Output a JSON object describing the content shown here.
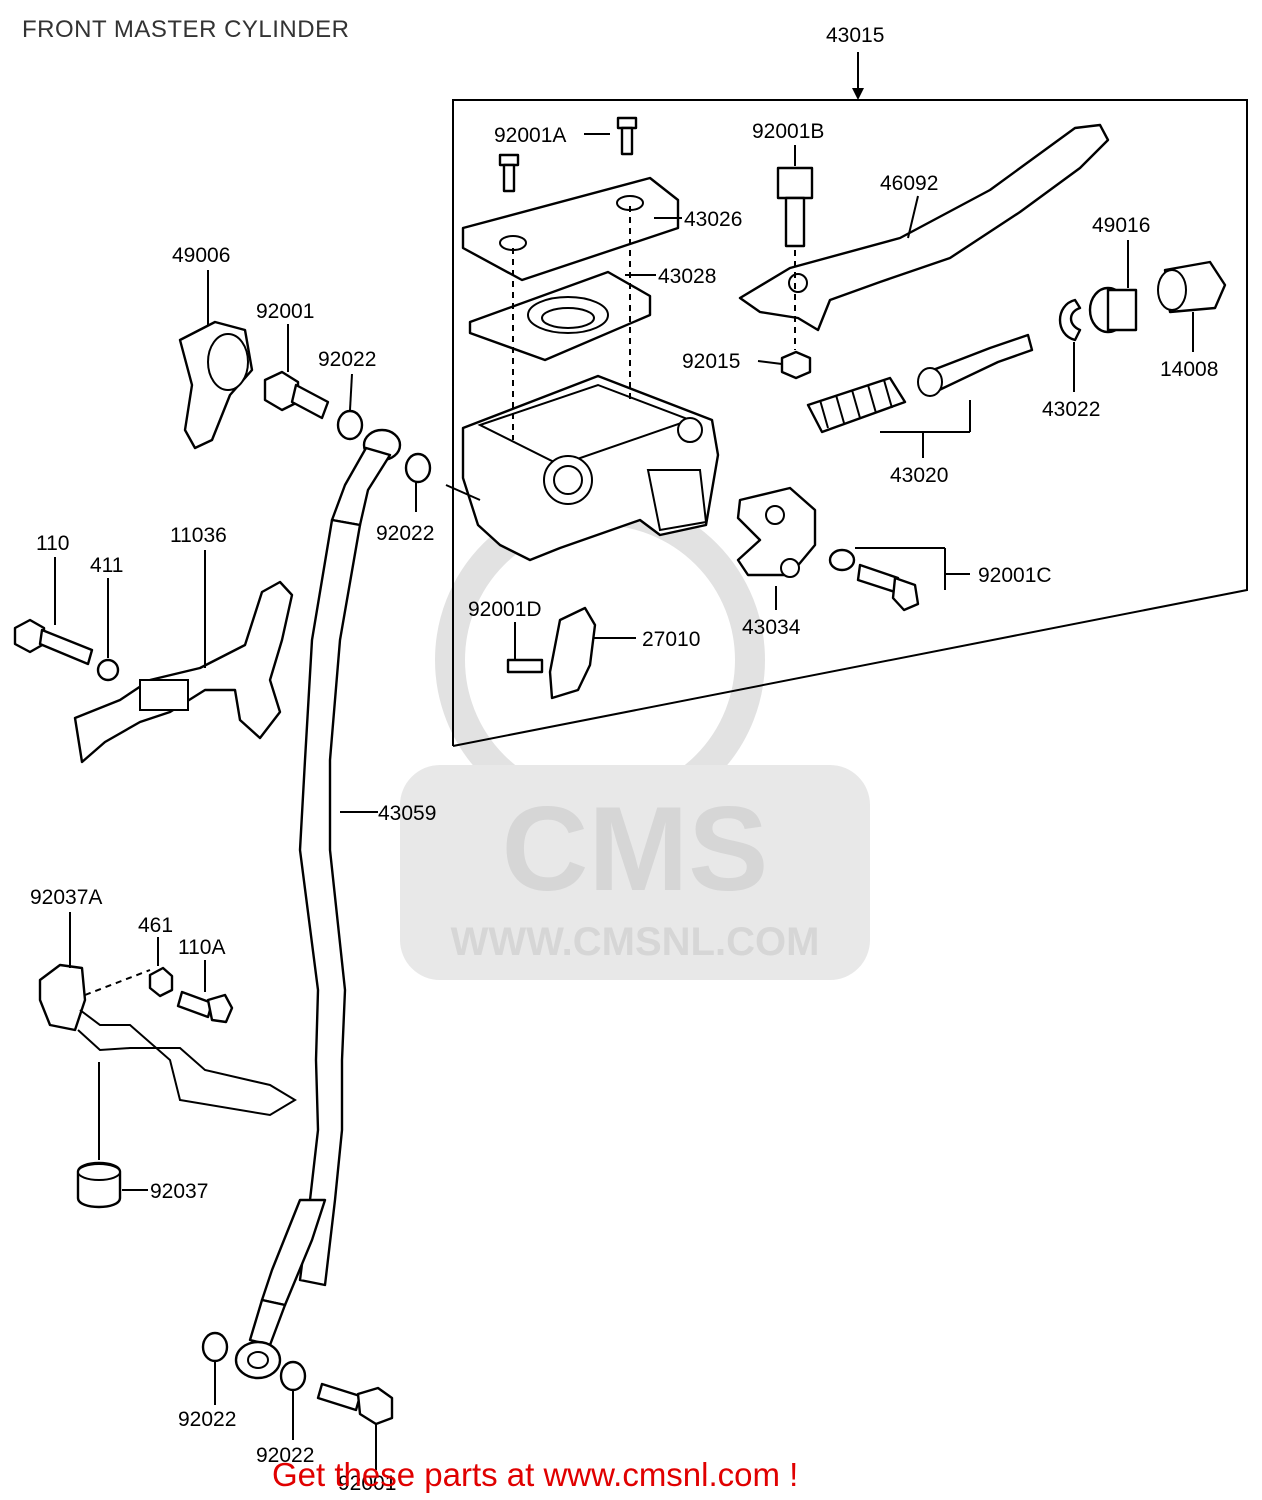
{
  "title": "FRONT MASTER CYLINDER",
  "footer": "Get these parts at www.cmsnl.com !",
  "watermark": {
    "logo": "CMS",
    "url": "WWW.CMSNL.COM",
    "color": "#d6d6d6"
  },
  "footer_color": "#e00000",
  "parts": {
    "p43015": "43015",
    "p92001A": "92001A",
    "p92001B": "92001B",
    "p46092": "46092",
    "p43026": "43026",
    "p43028": "43028",
    "p49016": "49016",
    "p49006": "49006",
    "p92001": "92001",
    "p92022a": "92022",
    "p92015": "92015",
    "p14008": "14008",
    "p43022": "43022",
    "p43020": "43020",
    "p92022b": "92022",
    "p110": "110",
    "p411": "411",
    "p11036": "11036",
    "p92001C": "92001C",
    "p92001D": "92001D",
    "p27010": "27010",
    "p43034": "43034",
    "p43059": "43059",
    "p92037A": "92037A",
    "p461": "461",
    "p110A": "110A",
    "p92037": "92037",
    "p92022c": "92022",
    "p92022d": "92022",
    "p92001e": "92001"
  }
}
